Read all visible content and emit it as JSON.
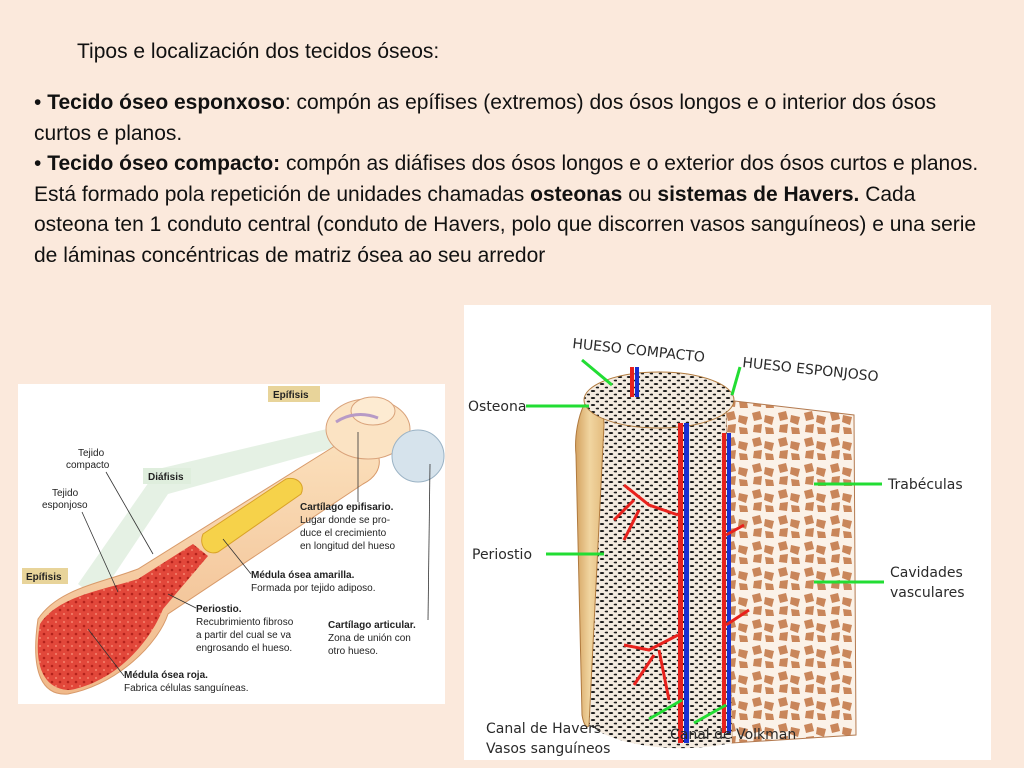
{
  "heading": "Tipos e localización dos tecidos óseos:",
  "p1": {
    "bullet": "• ",
    "term": "Tecido óseo esponxoso",
    "rest": ": compón as epífises (extremos) dos ósos longos e o interior dos ósos curtos e planos."
  },
  "p2": {
    "bullet": "• ",
    "term": "Tecido óseo compacto:",
    "rest1": " compón as diáfises dos ósos longos e o exterior dos ósos curtos e planos. Está formado pola repetición de unidades chamadas ",
    "term2": "osteonas",
    "mid": " ou ",
    "term3": "sistemas de Havers.",
    "rest2": " Cada osteona ten 1 conduto central (conduto de Havers, polo que discorren vasos sanguíneos) e una serie de láminas concéntricas de matriz ósea ao seu arredor"
  },
  "left_diagram": {
    "epifisis_top": "Epífisis",
    "epifisis_bottom": "Epífisis",
    "diafisis": "Diáfisis",
    "tejido_compacto_1": "Tejido",
    "tejido_compacto_2": "compacto",
    "tejido_esponjoso_1": "Tejido",
    "tejido_esponjoso_2": "esponjoso",
    "cartilago_epi_title": "Cartílago epifisario.",
    "cartilago_epi_1": "Lugar donde se pro-",
    "cartilago_epi_2": "duce el crecimiento",
    "cartilago_epi_3": "en longitud del hueso",
    "medula_amarilla_title": "Médula ósea amarilla.",
    "medula_amarilla_1": "Formada por tejido adiposo.",
    "periostio_title": "Periostio.",
    "periostio_1": "Recubrimiento fibroso",
    "periostio_2": "a partir del cual se va",
    "periostio_3": "engrosando el hueso.",
    "cartilago_art_title": "Cartílago articular.",
    "cartilago_art_1": "Zona de unión con",
    "cartilago_art_2": "otro hueso.",
    "medula_roja_title": "Médula ósea roja.",
    "medula_roja_1": "Fabrica células sanguíneas."
  },
  "right_diagram": {
    "hueso_compacto": "HUESO COMPACTO",
    "hueso_esponjoso": "HUESO ESPONJOSO",
    "osteona": "Osteona",
    "trabeculas": "Trabéculas",
    "periostio": "Periostio",
    "cavidades_1": "Cavidades",
    "cavidades_2": "vasculares",
    "canal_havers": "Canal de Havers",
    "vasos": "Vasos sanguíneos",
    "canal_volkman": "Canal de Volkman"
  },
  "colors": {
    "background": "#fbe9dc",
    "arrow_green": "#22dd33",
    "vessel_red": "#e8211c",
    "vessel_blue": "#1a2fd0",
    "bone_tan": "#e9c48a"
  }
}
